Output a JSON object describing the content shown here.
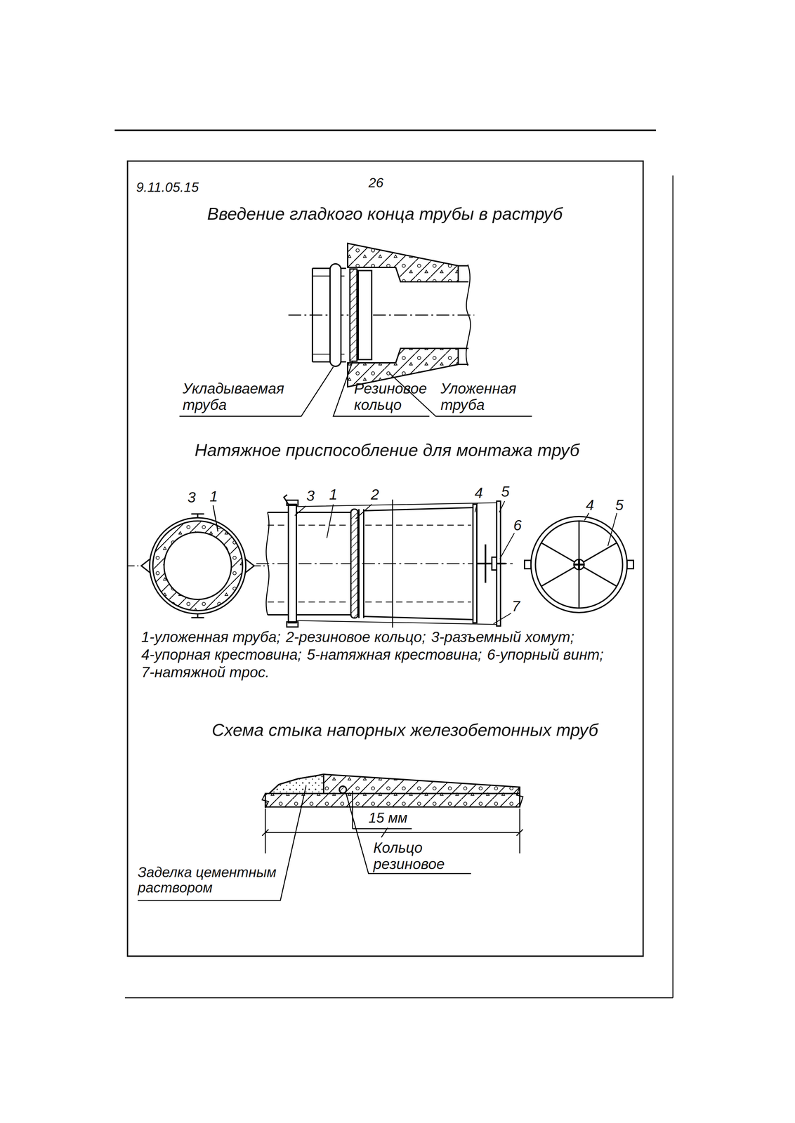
{
  "diagram": {
    "title": "Введение гладкого конца трубы в раструб",
    "labels": [
      "9.11.05.15",
      "26",
      "Укладываемая труба",
      "Резиновое кольцо",
      "Уложенная труба",
      "Натяжное приспособление для монтажа труб",
      "3",
      "1",
      "3",
      "1",
      "2",
      "4",
      "5",
      "6",
      "7",
      "4",
      "5",
      "1-уложенная труба;",
      "2-резиновое кольцо;",
      "3-разъемный хомут;",
      "4-упорная крестовина;",
      "5-натяжная крестовина;",
      "6-упорный винт;",
      "7-натяжной трос.",
      "Схема стыка напорных железобетонных труб",
      "15 мм",
      "Заделка цементным раствором",
      "Кольцо резиновое"
    ]
  }
}
